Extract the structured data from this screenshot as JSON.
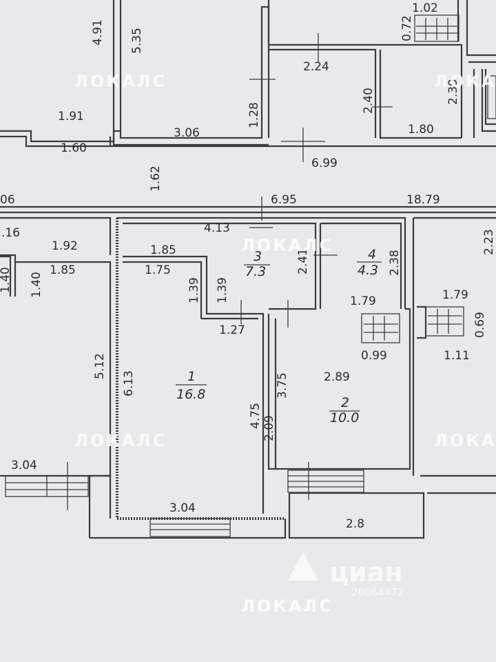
{
  "watermark": "ЛОКАЛС",
  "cian": {
    "brand": "циан",
    "listing_id": "20064472"
  },
  "rooms": [
    {
      "number": "1",
      "area": "16.8"
    },
    {
      "number": "2",
      "area": "10.0"
    },
    {
      "number": "3",
      "area": "7.3"
    },
    {
      "number": "4",
      "area": "4.3"
    }
  ],
  "dimensions": {
    "d491": "4.91",
    "d535": "5.35",
    "d102": "1.02",
    "d072": "0.72",
    "d224": "2.24",
    "d240": "2.40",
    "d239": "2.39",
    "d191": "1.91",
    "d128": "1.28",
    "d306": "3.06",
    "d180": "1.80",
    "d160": "1.60",
    "d699": "6.99",
    "d162": "1.62",
    "d06": "06",
    "d695": "6.95",
    "d1879": "18.79",
    "d16": ".16",
    "d413": "4.13",
    "d192": "1.92",
    "d185a": "1.85",
    "d185b": "1.85",
    "d175": "1.75",
    "d238": "2.38",
    "d241": "2.41",
    "d223": "2.23",
    "d140a": "1.40",
    "d140b": "1.40",
    "d139a": "1.39",
    "d139b": "1.39",
    "d179a": "1.79",
    "d179b": "1.79",
    "d127": "1.27",
    "d069": "0.69",
    "d099": "0.99",
    "d111": "1.11",
    "d512": "5.12",
    "d613": "6.13",
    "d289": "2.89",
    "d375": "3.75",
    "d209": "2.09",
    "d475": "4.75",
    "d304a": "3.04",
    "d304b": "3.04",
    "d28": "2.8"
  }
}
